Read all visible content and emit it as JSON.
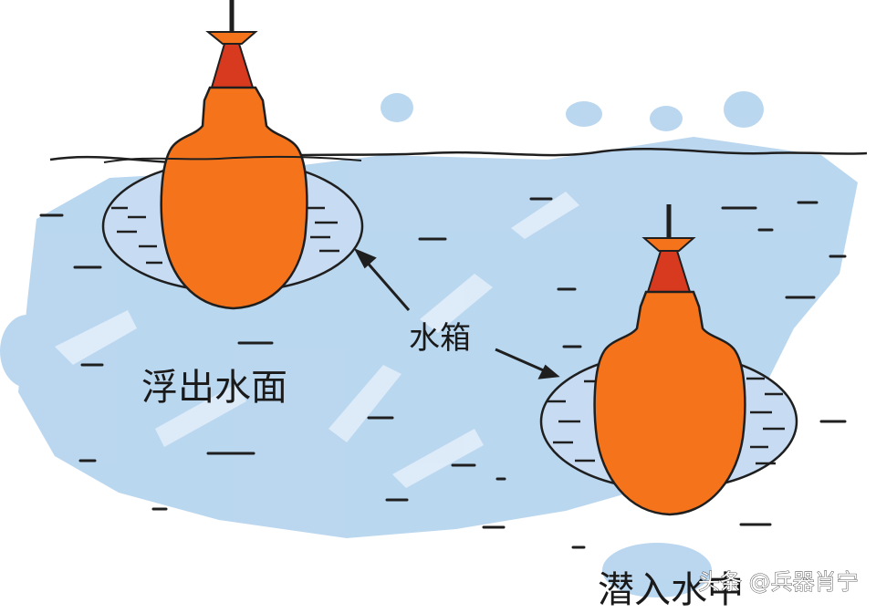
{
  "labels": {
    "float_up": "浮出水面",
    "water_tank": "水箱",
    "submerge": "潜入水中"
  },
  "watermark": "头条 @兵器肖宁",
  "colors": {
    "body": "#f5741b",
    "cone": "#d83a1f",
    "tank_fill": "#c7dcf2",
    "water": "#a9cdec",
    "outline": "#1f1f1f"
  }
}
